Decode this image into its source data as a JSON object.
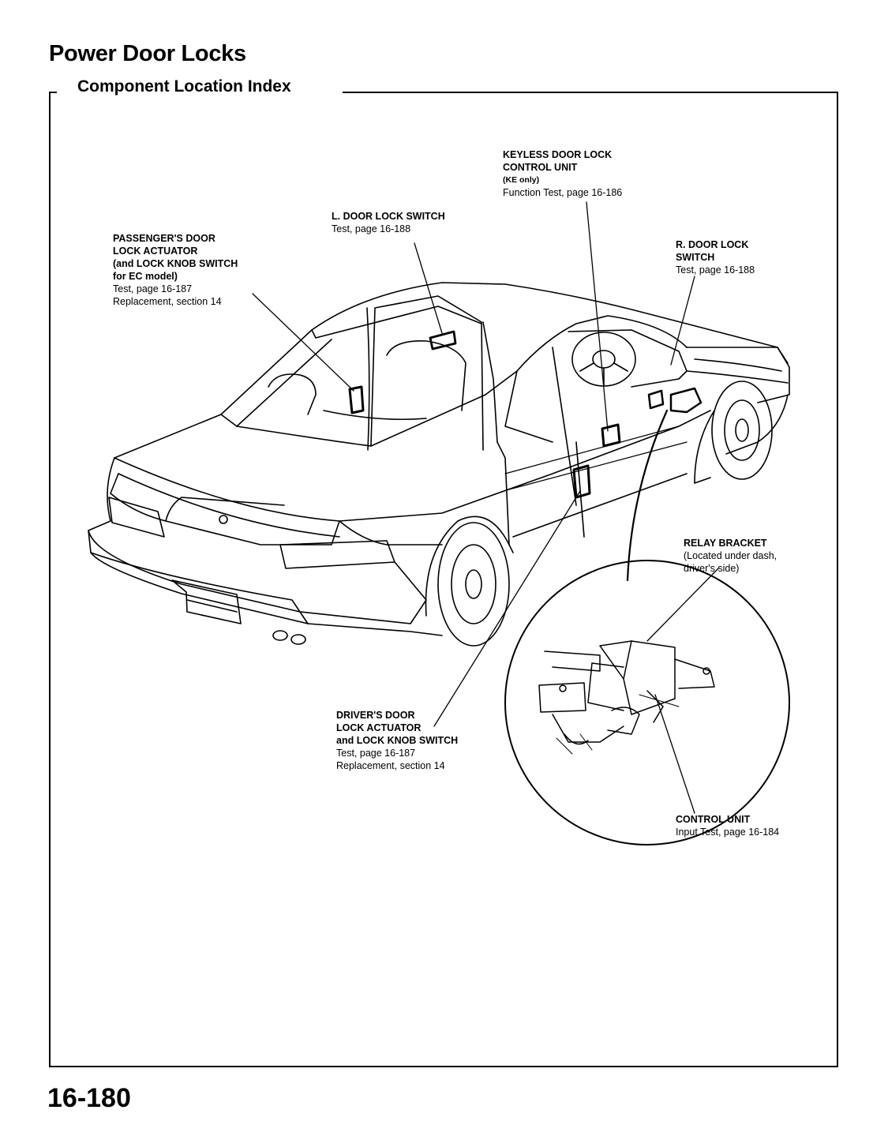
{
  "page": {
    "title": "Power Door Locks",
    "section_title": "Component Location Index",
    "page_number": "16-180"
  },
  "callouts": {
    "keyless": {
      "lines": [
        "KEYLESS DOOR LOCK",
        "CONTROL UNIT",
        "(KE only)"
      ],
      "note": "Function Test, page 16-186"
    },
    "l_switch": {
      "lines": [
        "L. DOOR LOCK SWITCH"
      ],
      "note": "Test, page 16-188"
    },
    "passenger": {
      "lines": [
        "PASSENGER'S DOOR",
        "LOCK ACTUATOR",
        "(and LOCK KNOB SWITCH",
        "for EC model)"
      ],
      "notes": [
        "Test, page 16-187",
        "Replacement, section 14"
      ]
    },
    "r_switch": {
      "lines": [
        "R. DOOR LOCK",
        "SWITCH"
      ],
      "note": "Test, page 16-188"
    },
    "relay": {
      "lines": [
        "RELAY BRACKET"
      ],
      "notes": [
        "(Located under dash,",
        "driver's side)"
      ]
    },
    "driver": {
      "lines": [
        "DRIVER'S DOOR",
        "LOCK ACTUATOR",
        "and LOCK KNOB SWITCH"
      ],
      "notes": [
        "Test, page 16-187",
        "Replacement, section 14"
      ]
    },
    "control": {
      "lines": [
        "CONTROL UNIT"
      ],
      "note": "Input Test, page 16-184"
    }
  }
}
